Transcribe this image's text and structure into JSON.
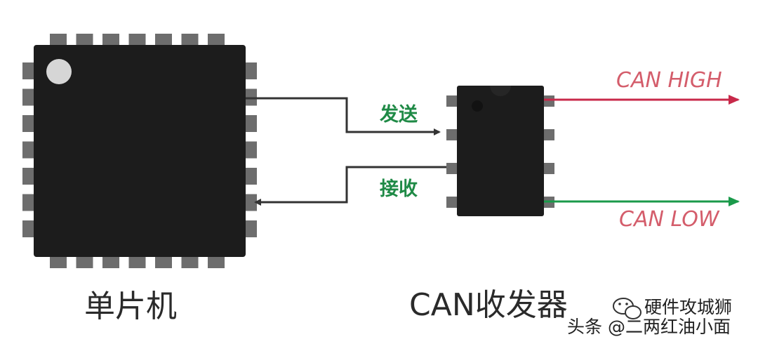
{
  "mcu": {
    "label": "单片机"
  },
  "transceiver": {
    "label": "CAN收发器"
  },
  "signals": {
    "send": "发送",
    "receive": "接收"
  },
  "bus": {
    "high": "CAN HIGH",
    "low": "CAN LOW"
  },
  "watermark": {
    "line1": "硬件攻城狮",
    "line2": "头条 @二两红油小面"
  },
  "colors": {
    "chip_body": "#1c1c1c",
    "pin": "#6d6d6d",
    "wire": "#333333",
    "can_high": "#c8294a",
    "can_low": "#1a9a4a",
    "label_green": "#1f8a46",
    "label_pink": "#d45d6b"
  }
}
